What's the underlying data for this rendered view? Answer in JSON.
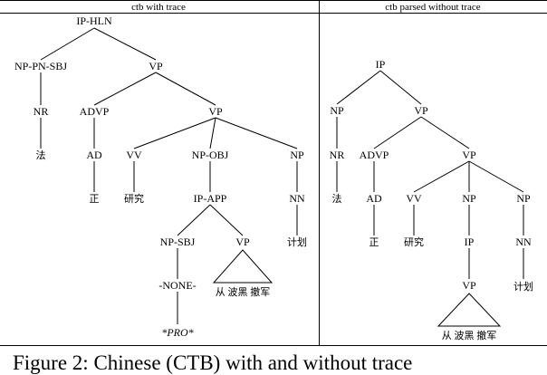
{
  "panels": {
    "left": {
      "title": "ctb with trace"
    },
    "right": {
      "title": "ctb parsed without trace"
    }
  },
  "left_tree": {
    "root": "IP-HLN",
    "subject_np": "NP-PN-SBJ",
    "subject_nr": "NR",
    "subject_word": "法",
    "vp": "VP",
    "advp": "ADVP",
    "ad": "AD",
    "ad_word": "正",
    "inner_vp": "VP",
    "vv": "VV",
    "vv_word": "研究",
    "np_obj": "NP-OBJ",
    "ip_app": "IP-APP",
    "np_sbj": "NP-SBJ",
    "none": "-NONE-",
    "pro": "*PRO*",
    "app_vp": "VP",
    "app_vp_words": "从 波黑 撤军",
    "np": "NP",
    "nn": "NN",
    "nn_word": "计划"
  },
  "right_tree": {
    "root": "IP",
    "subject_np": "NP",
    "subject_nr": "NR",
    "subject_word": "法",
    "vp": "VP",
    "advp": "ADVP",
    "ad": "AD",
    "ad_word": "正",
    "inner_vp": "VP",
    "vv": "VV",
    "vv_word": "研究",
    "np_mid": "NP",
    "ip": "IP",
    "deep_vp": "VP",
    "deep_vp_words": "从 波黑 撤军",
    "np_right": "NP",
    "nn": "NN",
    "nn_word": "计划"
  },
  "caption": "Figure 2: Chinese (CTB) with and without trace"
}
